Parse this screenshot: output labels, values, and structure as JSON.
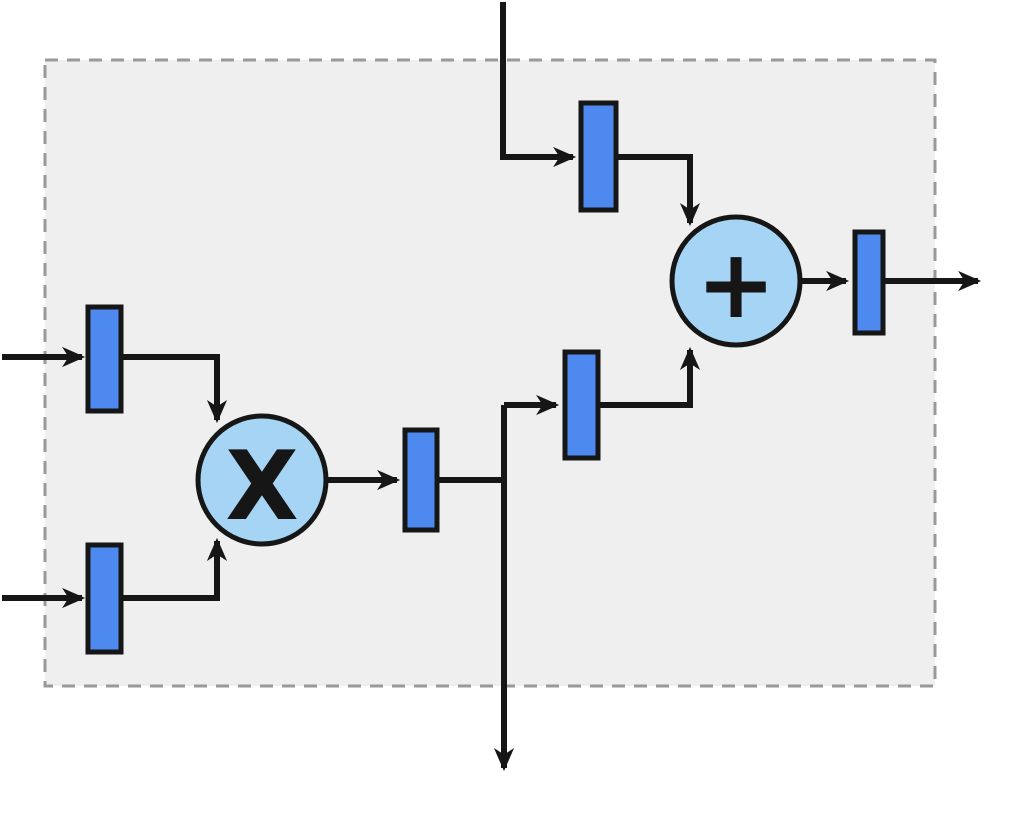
{
  "diagram": {
    "type": "dataflow-pipeline-diagram",
    "operators": [
      {
        "id": "multiplier",
        "symbol": "X"
      },
      {
        "id": "adder",
        "symbol": "+"
      }
    ],
    "registers": {
      "count": 6,
      "ids": [
        "input-a-register",
        "input-b-register",
        "top-input-register",
        "product-register",
        "operand-register",
        "output-register"
      ]
    },
    "io": {
      "input_arrows": 3,
      "output_arrows": 2
    },
    "colors": {
      "canvas": "#ffffff",
      "region_fill": "#efeff0",
      "region_border": "#999999",
      "register_fill": "#4d89ee",
      "operator_fill": "#a6d4f4",
      "wire": "#161616"
    }
  }
}
